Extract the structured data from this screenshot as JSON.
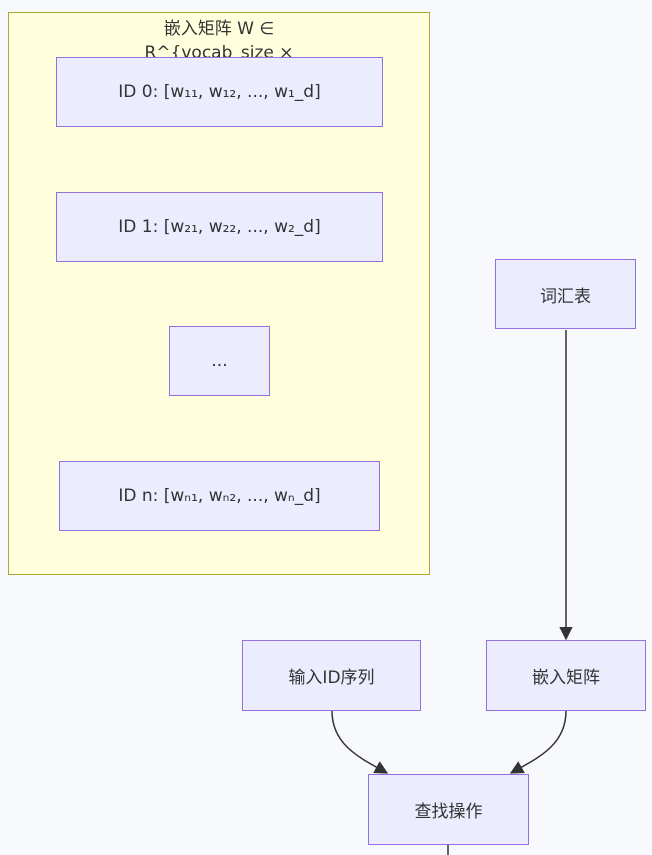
{
  "cluster": {
    "title": "嵌入矩阵 W ∈\nR^{vocab_size ×",
    "rows": [
      "ID 0: [w₁₁, w₁₂, ..., w₁_d]",
      "ID 1: [w₂₁, w₂₂, ..., w₂_d]",
      "...",
      "ID n: [wₙ₁, wₙ₂, ..., wₙ_d]"
    ]
  },
  "nodes": {
    "vocab": "词汇表",
    "input_ids": "输入ID序列",
    "embedding_matrix": "嵌入矩阵",
    "lookup": "查找操作"
  },
  "colors": {
    "background": "#f7f9fd",
    "cluster_fill": "#ffffde",
    "cluster_border": "#aaaa33",
    "node_fill": "#ececff",
    "node_border": "#9370db",
    "edge": "#333333",
    "text": "#333333"
  }
}
